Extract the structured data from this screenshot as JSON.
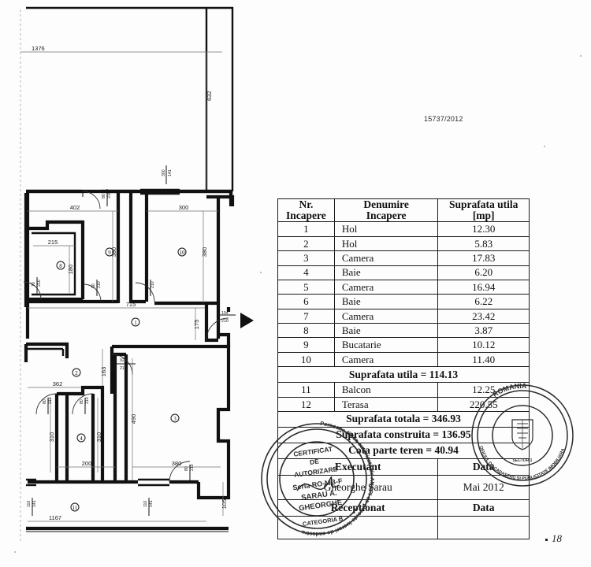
{
  "document": {
    "reference_number": "15737/2012",
    "page_number": "18"
  },
  "table": {
    "headers": {
      "nr": "Nr. Incapere",
      "nr_line1": "Nr.",
      "nr_line2": "Incapere",
      "denumire_line1": "Denumire",
      "denumire_line2": "Incapere",
      "suprafata_line1": "Suprafata utila",
      "suprafata_line2": "[mp]"
    },
    "rows": [
      {
        "nr": "1",
        "denumire": "Hol",
        "suprafata": "12.30"
      },
      {
        "nr": "2",
        "denumire": "Hol",
        "suprafata": "5.83"
      },
      {
        "nr": "3",
        "denumire": "Camera",
        "suprafata": "17.83"
      },
      {
        "nr": "4",
        "denumire": "Baie",
        "suprafata": "6.20"
      },
      {
        "nr": "5",
        "denumire": "Camera",
        "suprafata": "16.94"
      },
      {
        "nr": "6",
        "denumire": "Baie",
        "suprafata": "6.22"
      },
      {
        "nr": "7",
        "denumire": "Camera",
        "suprafata": "23.42"
      },
      {
        "nr": "8",
        "denumire": "Baie",
        "suprafata": "3.87"
      },
      {
        "nr": "9",
        "denumire": "Bucatarie",
        "suprafata": "10.12"
      },
      {
        "nr": "10",
        "denumire": "Camera",
        "suprafata": "11.40"
      }
    ],
    "subtotal_utila": "Suprafata utila =  114.13",
    "rows_extra": [
      {
        "nr": "11",
        "denumire": "Balcon",
        "suprafata": "12.25"
      },
      {
        "nr": "12",
        "denumire": "Terasa",
        "suprafata": "220.55"
      }
    ],
    "total_totala": "Suprafata totala =  346.93",
    "total_construita": "Suprafata construita = 136.95",
    "cota_parte": "Cota parte teren = 40.94",
    "signature": {
      "executant_label": "Executant",
      "data_label": "Data",
      "executant_name": "Gheorghe Sarau",
      "data_value": "Mai 2012",
      "receptionat_label": "Receptionat",
      "receptionat_data_label": "Data"
    }
  },
  "plan": {
    "room_numbers": [
      "1",
      "2",
      "3",
      "4",
      "8",
      "9",
      "10",
      "11"
    ],
    "dimensions": {
      "top_overall": "1376",
      "right_vertical": "632",
      "room9_width": "402",
      "room10_width": "300",
      "room8_width": "215",
      "room8_height": "180",
      "room9_height": "380",
      "room10_height": "380",
      "hol1_width": "715",
      "hol1_right": "175",
      "room2_width": "362",
      "room2_vert": "163",
      "room4_width": "200",
      "room4_height_left": "310",
      "room4_height_right": "310",
      "room3_width": "380",
      "room3_height": "490",
      "bottom_overall": "1167",
      "bottom_right": "105"
    },
    "openings": {
      "entrance_door": {
        "w": "104",
        "h": "210"
      },
      "door_92_210": {
        "w": "92",
        "h": "210"
      },
      "window_300_141": {
        "w": "300",
        "h": "141"
      },
      "window_110_141_left": {
        "w": "110",
        "h": "141"
      },
      "window_110_141_right": {
        "w": "110",
        "h": "141"
      },
      "door_80_210_a": {
        "w": "80",
        "h": "210"
      },
      "door_80_210_b": {
        "w": "80",
        "h": "210"
      },
      "door_80_210_c": {
        "w": "80",
        "h": "210"
      },
      "door_80_210_d": {
        "w": "80",
        "h": "210"
      },
      "door_80_210_e": {
        "w": "80",
        "h": "210"
      },
      "door_70_210": {
        "w": "70",
        "h": "210"
      }
    }
  },
  "stamps": {
    "authorization": {
      "outer_text": "Persoana fizica autorizata de ANCPI sa execute lucrari de cadastru, geodezie si cartografie",
      "line1": "CERTIFICAT",
      "line2": "DE",
      "line3": "AUTORIZARE",
      "line4": "Seria RO-MB-F",
      "line5": "SARAU A.",
      "line6": "GHEORGHE",
      "line7": "CATEGORIA B"
    },
    "official": {
      "outer_top": "ROMANIA",
      "outer_right": "AGENTIA NATIONALA DE CADASTRU SI PUBLICITATE IMOBILIARA",
      "outer_bottom": "OFICIUL DE CADASTRU SI PUBLICITATE IMOBILIARA BUCURESTI",
      "inner_text": "BIROUL DE CADASTRU SI PUBLICITATE IMOBILIARA SECTOR 1"
    }
  },
  "colors": {
    "ink": "#111111",
    "line": "#1a1a1a",
    "paper": "#fdfdfd",
    "faint": "#8a8a8a"
  }
}
